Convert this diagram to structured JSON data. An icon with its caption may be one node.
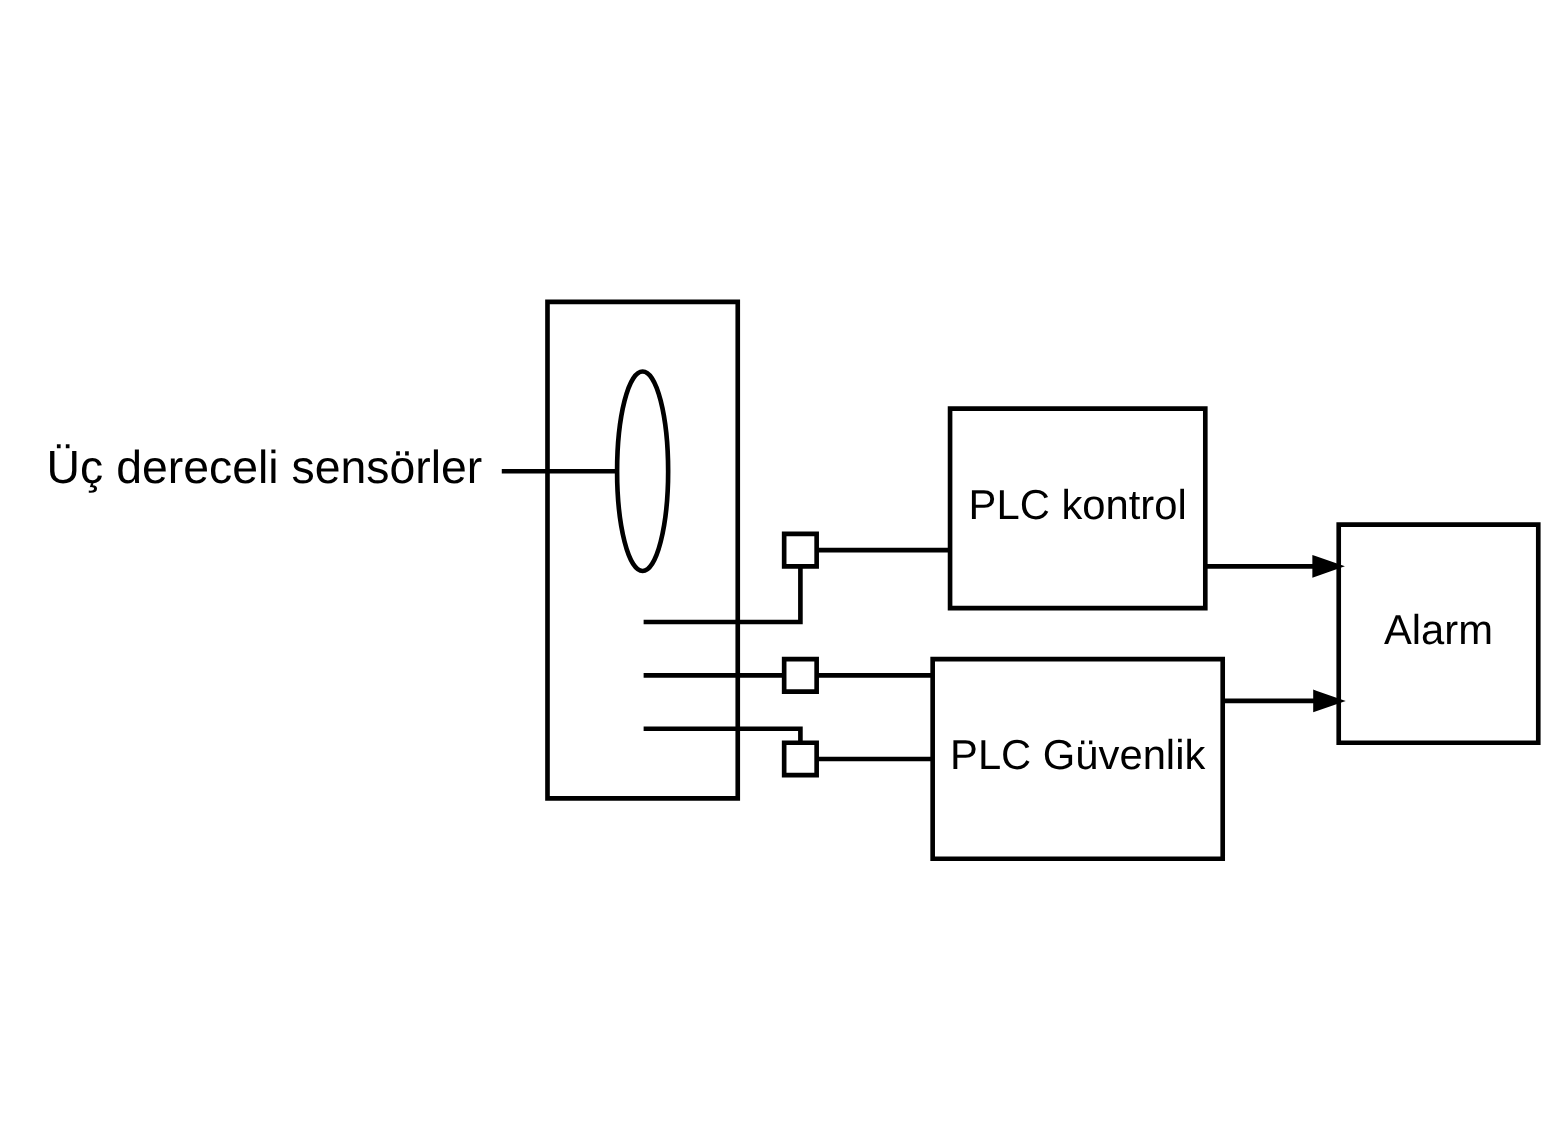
{
  "diagram": {
    "nodes": [
      {
        "text": [],
        "shape": "box"
      },
      {
        "text": [
          "PLC kontrol"
        ]
      },
      {
        "text": [
          "Alarm"
        ]
      },
      {
        "text": [
          "PLC Güvenlik"
        ]
      },
      {
        "text": [],
        "shape": "box"
      },
      {
        "text": [],
        "shape": "box"
      },
      {
        "text": [],
        "shape": "box"
      },
      {
        "text": [],
        "shape": "ellipse",
        "in": 0
      },
      {
        "text": [
          "Üç dereceli sensörler"
        ]
      }
    ],
    "edges": [
      {
        "from": null,
        "to": 4,
        "arrow": "none"
      },
      {
        "from": null,
        "to": 5,
        "arrow": "none"
      },
      {
        "from": null,
        "to": 6,
        "arrow": "none"
      },
      {
        "from": 4,
        "to": 1,
        "arrow": "none"
      },
      {
        "from": 5,
        "to": 3,
        "arrow": "none"
      },
      {
        "from": 6,
        "to": 3,
        "arrow": "none"
      },
      {
        "from": 1,
        "to": 2,
        "arrow": "to"
      },
      {
        "from": 3,
        "to": 2,
        "arrow": "to"
      },
      {
        "from": 8,
        "to": 7,
        "arrow": "none"
      }
    ]
  }
}
